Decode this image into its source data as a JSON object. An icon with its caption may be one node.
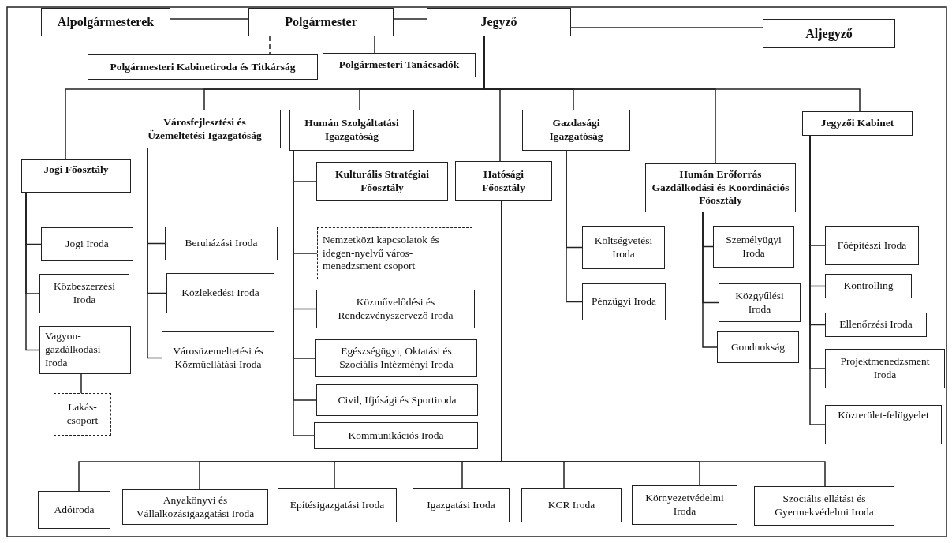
{
  "diagram": {
    "nodes": [
      {
        "text": [
          "Alpolgármesterek"
        ]
      },
      {
        "text": [
          "Polgármester"
        ]
      },
      {
        "text": [
          "Jegyző"
        ]
      },
      {
        "text": [
          "Aljegyző"
        ]
      },
      {
        "text": [
          "Polgármesteri Kabinetiroda és Titkárság"
        ]
      },
      {
        "text": [
          "Polgármesteri Tanácsadók"
        ]
      },
      {
        "text": [
          "Jogi Főosztály"
        ]
      },
      {
        "text": [
          "Városfejlesztési és Üzemeltetési Igazgatóság"
        ]
      },
      {
        "text": [
          "Humán Szolgáltatási Igazgatóság"
        ]
      },
      {
        "text": [
          "Hatósági Főosztály"
        ]
      },
      {
        "text": [
          "Gazdasági Igazgatóság"
        ]
      },
      {
        "text": [
          "Humán Erőforrás Gazdálkodási és Koordinációs Főosztály"
        ]
      },
      {
        "text": [
          "Jegyzői Kabinet"
        ]
      },
      {
        "text": [
          "Jogi Iroda"
        ]
      },
      {
        "text": [
          "Közbeszerzési Iroda"
        ]
      },
      {
        "text": [
          "Vagyon-gazdálkodási Iroda"
        ]
      },
      {
        "text": [
          "Lakás-csoport"
        ]
      },
      {
        "text": [
          "Beruházási Iroda"
        ]
      },
      {
        "text": [
          "Közlekedési Iroda"
        ]
      },
      {
        "text": [
          "Városüzemeltetési és Közműellátási Iroda"
        ]
      },
      {
        "text": [
          "Kulturális Stratégiai Főosztály"
        ]
      },
      {
        "text": [
          "Nemzetközi kapcsolatok és idegen-nyelvű város-menedzsment csoport"
        ]
      },
      {
        "text": [
          "Közművelődési és Rendezvényszervező Iroda"
        ]
      },
      {
        "text": [
          "Egészségügyi, Oktatási és Szociális Intézményi Iroda"
        ]
      },
      {
        "text": [
          "Civil, Ifjúsági és Sportiroda"
        ]
      },
      {
        "text": [
          "Kommunikációs Iroda"
        ]
      },
      {
        "text": [
          "Költségvetési Iroda"
        ]
      },
      {
        "text": [
          "Pénzügyi Iroda"
        ]
      },
      {
        "text": [
          "Személyügyi Iroda"
        ]
      },
      {
        "text": [
          "Közgyűlési Iroda"
        ]
      },
      {
        "text": [
          "Gondnokság"
        ]
      },
      {
        "text": [
          "Főépítészi Iroda"
        ]
      },
      {
        "text": [
          "Kontrolling"
        ]
      },
      {
        "text": [
          "Ellenőrzési Iroda"
        ]
      },
      {
        "text": [
          "Projektmenedzsment Iroda"
        ]
      },
      {
        "text": [
          "Közterület-felügyelet"
        ]
      },
      {
        "text": [
          "Adóiroda"
        ]
      },
      {
        "text": [
          "Anyakönyvi és Vállalkozásigazgatási Iroda"
        ]
      },
      {
        "text": [
          "Építésigazgatási Iroda"
        ]
      },
      {
        "text": [
          "Igazgatási Iroda"
        ]
      },
      {
        "text": [
          "KCR Iroda"
        ]
      },
      {
        "text": [
          "Környezetvédelmi Iroda"
        ]
      },
      {
        "text": [
          "Szociális ellátási és Gyermekvédelmi Iroda"
        ]
      }
    ],
    "edges": [
      {
        "from": 1,
        "to": 0,
        "arrow": "none"
      },
      {
        "from": 1,
        "to": 2,
        "arrow": "none"
      },
      {
        "from": 2,
        "to": 3,
        "arrow": "none"
      },
      {
        "from": 1,
        "to": 4,
        "arrow": "none",
        "style": "dashed"
      },
      {
        "from": 1,
        "to": 5,
        "arrow": "none"
      },
      {
        "from": 2,
        "to": 6,
        "arrow": "none"
      },
      {
        "from": 2,
        "to": 7,
        "arrow": "none"
      },
      {
        "from": 2,
        "to": 8,
        "arrow": "none"
      },
      {
        "from": 2,
        "to": 9,
        "arrow": "none"
      },
      {
        "from": 2,
        "to": 10,
        "arrow": "none"
      },
      {
        "from": 2,
        "to": 11,
        "arrow": "none"
      },
      {
        "from": 2,
        "to": 12,
        "arrow": "none"
      },
      {
        "from": 6,
        "to": 13,
        "arrow": "none"
      },
      {
        "from": 6,
        "to": 14,
        "arrow": "none"
      },
      {
        "from": 6,
        "to": 15,
        "arrow": "none"
      },
      {
        "from": 15,
        "to": 16,
        "arrow": "none"
      },
      {
        "from": 7,
        "to": 17,
        "arrow": "none"
      },
      {
        "from": 7,
        "to": 18,
        "arrow": "none"
      },
      {
        "from": 7,
        "to": 19,
        "arrow": "none"
      },
      {
        "from": 8,
        "to": 20,
        "arrow": "none"
      },
      {
        "from": 8,
        "to": 21,
        "arrow": "none"
      },
      {
        "from": 8,
        "to": 22,
        "arrow": "none"
      },
      {
        "from": 8,
        "to": 23,
        "arrow": "none"
      },
      {
        "from": 8,
        "to": 24,
        "arrow": "none"
      },
      {
        "from": 8,
        "to": 25,
        "arrow": "none"
      },
      {
        "from": 10,
        "to": 26,
        "arrow": "none"
      },
      {
        "from": 10,
        "to": 27,
        "arrow": "none"
      },
      {
        "from": 11,
        "to": 28,
        "arrow": "none"
      },
      {
        "from": 11,
        "to": 29,
        "arrow": "none"
      },
      {
        "from": 11,
        "to": 30,
        "arrow": "none"
      },
      {
        "from": 12,
        "to": 31,
        "arrow": "none"
      },
      {
        "from": 12,
        "to": 32,
        "arrow": "none"
      },
      {
        "from": 12,
        "to": 33,
        "arrow": "none"
      },
      {
        "from": 12,
        "to": 34,
        "arrow": "none"
      },
      {
        "from": 12,
        "to": 35,
        "arrow": "none"
      },
      {
        "from": 9,
        "to": 36,
        "arrow": "none"
      },
      {
        "from": 9,
        "to": 37,
        "arrow": "none"
      },
      {
        "from": 9,
        "to": 38,
        "arrow": "none"
      },
      {
        "from": 9,
        "to": 39,
        "arrow": "none"
      },
      {
        "from": 9,
        "to": 40,
        "arrow": "none"
      },
      {
        "from": 9,
        "to": 41,
        "arrow": "none"
      },
      {
        "from": 9,
        "to": 42,
        "arrow": "none"
      }
    ]
  }
}
